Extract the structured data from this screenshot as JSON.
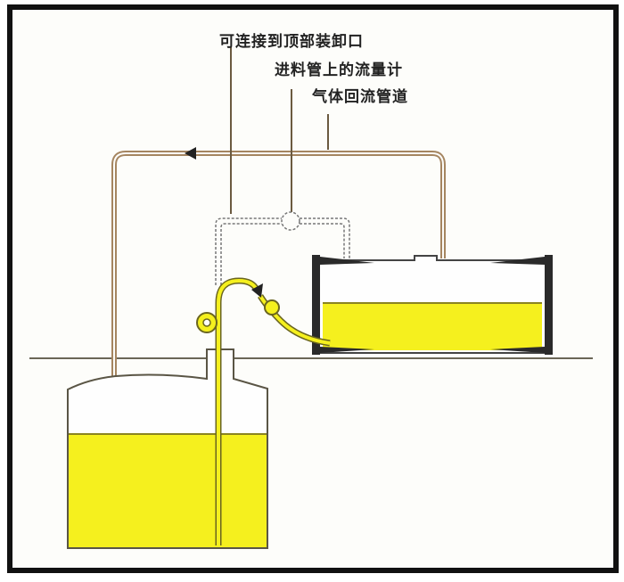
{
  "labels": {
    "top_connection": "可连接到顶部装卸口",
    "flow_meter": "进料管上的流量计",
    "vapor_return": "气体回流管道"
  },
  "colors": {
    "liquid": "#f5f01e",
    "vapor_pipe": "#a58560",
    "outline": "#555040",
    "frame": "#111111"
  },
  "levels": {
    "underground_tank_fill_percent": 65,
    "tanker_fill_percent": 50
  }
}
